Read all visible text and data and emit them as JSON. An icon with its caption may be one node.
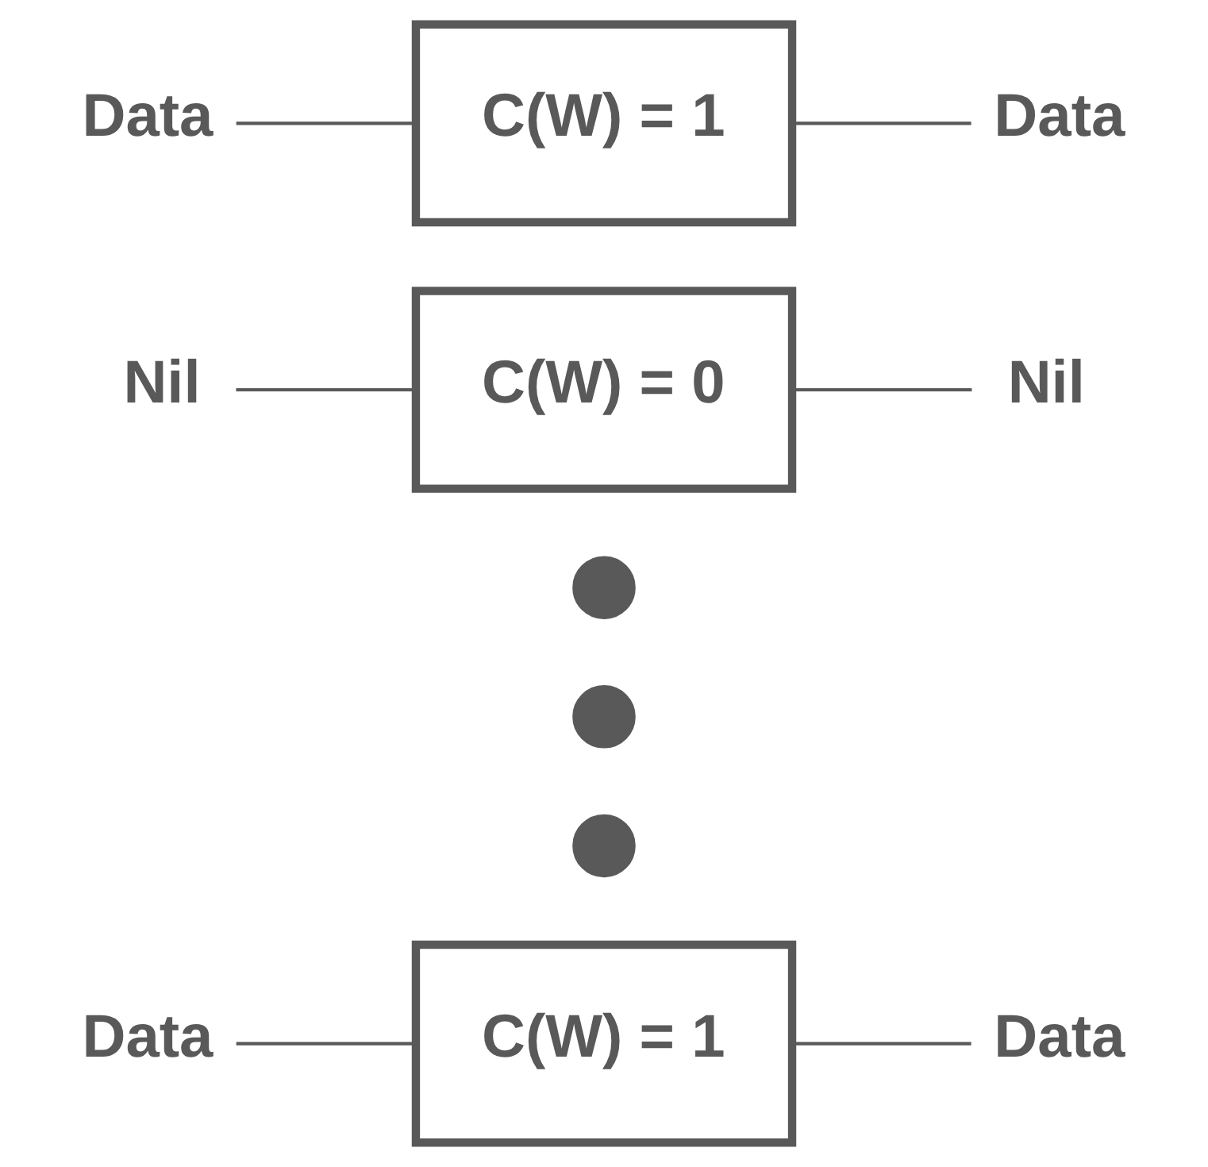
{
  "diagram": {
    "nodes": [
      {
        "text": [
          "Data"
        ]
      },
      {
        "text": [
          "C(W) = 1"
        ]
      },
      {
        "text": [
          "Data"
        ]
      },
      {
        "text": [
          "Nil"
        ]
      },
      {
        "text": [
          "C(W) = 0"
        ]
      },
      {
        "text": [
          "Nil"
        ]
      },
      {
        "text": [],
        "shape": "circle"
      },
      {
        "text": [],
        "shape": "circle"
      },
      {
        "text": [],
        "shape": "circle"
      },
      {
        "text": [
          "Data"
        ]
      },
      {
        "text": [
          "C(W) = 1"
        ]
      },
      {
        "text": [
          "Data"
        ]
      }
    ],
    "edges": [
      {
        "from": 0,
        "to": 1,
        "arrow": "none"
      },
      {
        "from": 1,
        "to": 2,
        "arrow": "none"
      },
      {
        "from": 3,
        "to": 4,
        "arrow": "none"
      },
      {
        "from": 4,
        "to": 5,
        "arrow": "none"
      },
      {
        "from": 9,
        "to": 10,
        "arrow": "none"
      },
      {
        "from": 10,
        "to": 11,
        "arrow": "none"
      }
    ]
  }
}
